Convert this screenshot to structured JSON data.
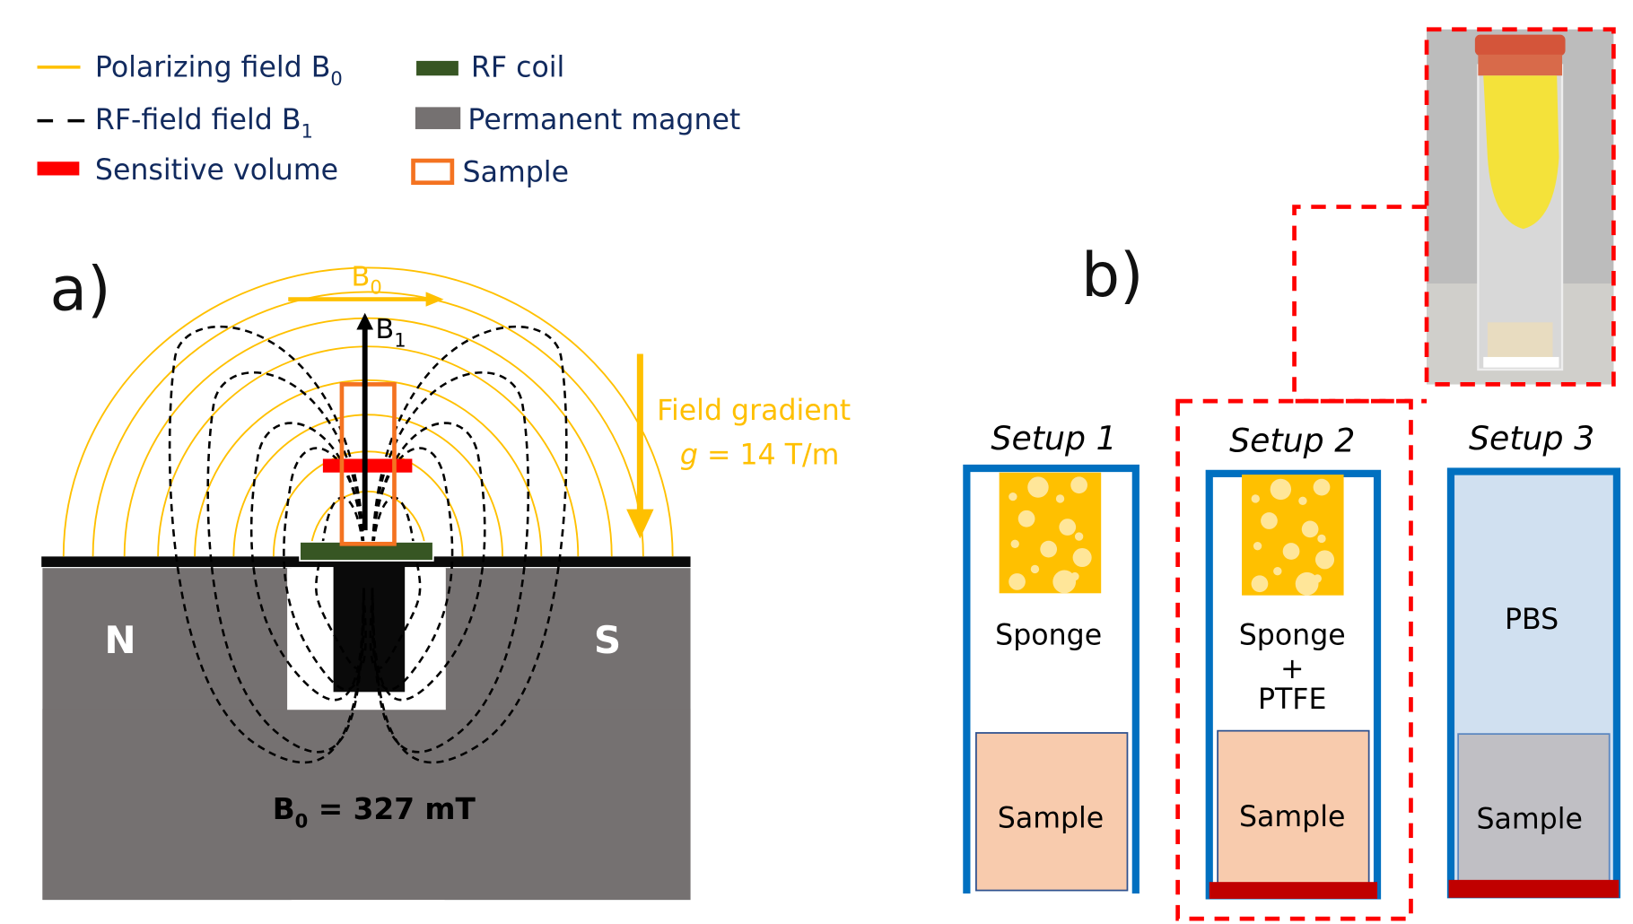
{
  "legend": {
    "items": [
      {
        "label": "Polarizing field B",
        "subscript": "0",
        "symbol": "yellow-line",
        "color": "#ffc000"
      },
      {
        "label": "RF-field field B",
        "subscript": "1",
        "symbol": "black-dashed-line",
        "color": "#000000"
      },
      {
        "label": "Sensitive volume",
        "subscript": "",
        "symbol": "red-bar",
        "color": "#ff0000"
      },
      {
        "label": "RF coil",
        "subscript": "",
        "symbol": "green-bar",
        "color": "#375623"
      },
      {
        "label": "Permanent magnet",
        "subscript": "",
        "symbol": "gray-box",
        "color": "#757171"
      },
      {
        "label": "Sample",
        "subscript": "",
        "symbol": "orange-outline-box",
        "color": "#f47321"
      }
    ]
  },
  "panel_a": {
    "label": "a)",
    "b0_arrow_label": "B",
    "b0_arrow_sub": "0",
    "b1_arrow_label": "B",
    "b1_arrow_sub": "1",
    "gradient_label_line1": "Field gradient",
    "gradient_label_var": "g",
    "gradient_label_rest": " = 14 T/m",
    "pole_north": "N",
    "pole_south": "S",
    "b0_value_prefix": "B",
    "b0_value_sub": "0",
    "b0_value_rest": " = 327 mT"
  },
  "panel_b": {
    "label": "b)",
    "photo_description": "photo of glass vial with red cap, yellow sponge and sample",
    "setups": [
      {
        "title": "Setup 1",
        "filler_lines": [
          "Sponge"
        ],
        "has_sponge": true,
        "sample_label": "Sample",
        "sample_color": "#f8cbad",
        "has_ptfe_base": false,
        "fill": "#ffffff"
      },
      {
        "title": "Setup 2",
        "filler_lines": [
          "Sponge",
          "+",
          "PTFE"
        ],
        "has_sponge": true,
        "sample_label": "Sample",
        "sample_color": "#f8cbad",
        "has_ptfe_base": true,
        "fill": "#ffffff"
      },
      {
        "title": "Setup 3",
        "filler_lines": [
          "PBS"
        ],
        "has_sponge": false,
        "sample_label": "Sample",
        "sample_color": "#c0bfc4",
        "has_ptfe_base": true,
        "fill": "#d0e0f0"
      }
    ]
  },
  "colors": {
    "b0_yellow": "#ffc000",
    "magnet_gray": "#757171",
    "rf_coil_green": "#375623",
    "sensitive_red": "#ff0000",
    "sample_orange": "#f47321",
    "tube_blue": "#0070c0",
    "ptfe_dark_red": "#c00000",
    "highlight_dashed_red": "#ff0000",
    "legend_navy": "#112a5e"
  }
}
